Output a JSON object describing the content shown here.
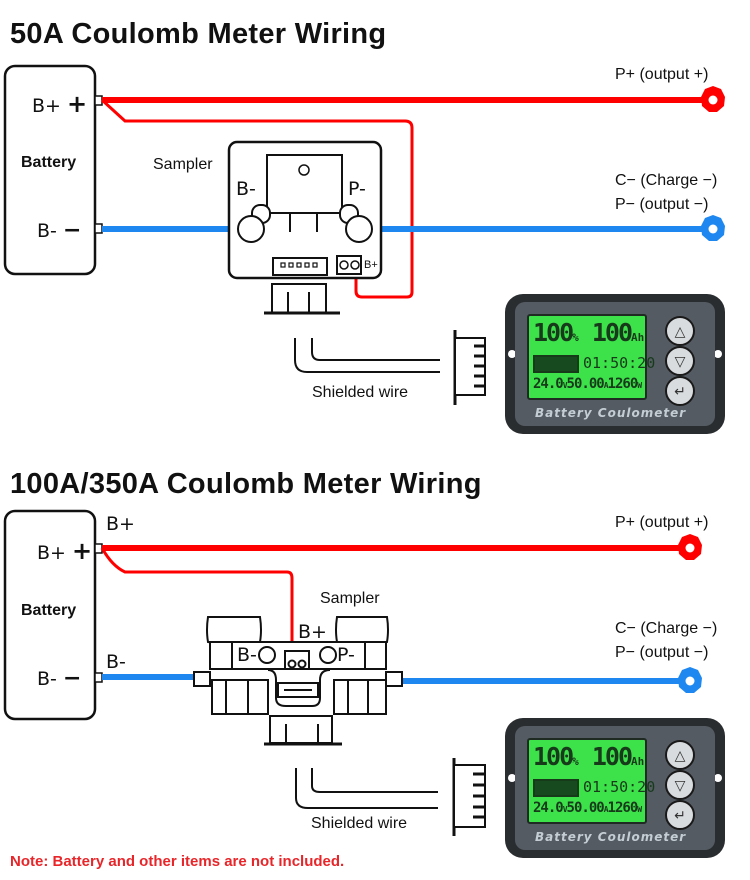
{
  "colors": {
    "positive": "#ff0000",
    "negative": "#1e88f0",
    "note": "#e8262a",
    "lcd": "#3de14a"
  },
  "diagram1": {
    "title": "50A Coulomb Meter Wiring",
    "battery": {
      "label": "Battery",
      "pos_terminal": "B+",
      "pos_sign": "+",
      "neg_terminal": "B-",
      "neg_sign": "−"
    },
    "sampler": {
      "label": "Sampler",
      "left_term": "B-",
      "right_term": "P-",
      "bplus": "B+"
    },
    "outputs": {
      "positive": "P+ (output +)",
      "charge": "C− (Charge −)",
      "negative": "P− (output −)"
    },
    "cable_label": "Shielded wire"
  },
  "diagram2": {
    "title": "100A/350A Coulomb Meter Wiring",
    "battery": {
      "label": "Battery",
      "pos_terminal": "B+",
      "pos_sign": "+",
      "neg_terminal": "B-",
      "neg_sign": "−",
      "wire_pos": "B+",
      "wire_neg": "B-"
    },
    "sampler": {
      "label": "Sampler",
      "left_term": "B-",
      "right_term": "P-",
      "bplus": "B+"
    },
    "outputs": {
      "positive": "P+ (output +)",
      "charge": "C− (Charge −)",
      "negative": "P− (output −)"
    },
    "cable_label": "Shielded wire"
  },
  "meter": {
    "percent": "100",
    "percent_unit": "%",
    "capacity": "100",
    "capacity_unit": "Ah",
    "time": "01:50:20",
    "voltage": "24.0",
    "voltage_unit": "V",
    "current": "50.00",
    "current_unit": "A",
    "power": "1260",
    "power_unit": "W",
    "brand": "Battery Coulometer",
    "btn_up": "△",
    "btn_down": "▽",
    "btn_enter": "↵"
  },
  "note": "Note: Battery and other items are not included."
}
